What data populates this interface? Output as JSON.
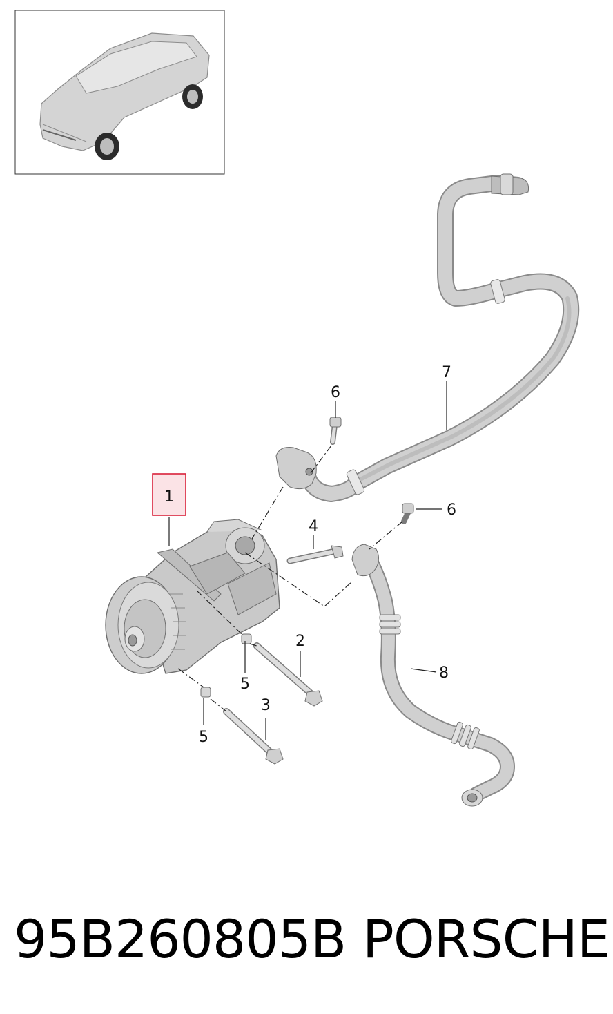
{
  "diagram": {
    "colors": {
      "part_fill": "#d0d0d0",
      "part_dark": "#8a8a8a",
      "highlight_border": "#d9213a",
      "highlight_fill": "#fbe3e6",
      "line": "#222222"
    },
    "thumbnail_icon": "car-silhouette-icon",
    "callouts": [
      {
        "id": "c1",
        "label": "1",
        "highlighted": true
      },
      {
        "id": "c2",
        "label": "2"
      },
      {
        "id": "c3",
        "label": "3"
      },
      {
        "id": "c4",
        "label": "4"
      },
      {
        "id": "c5a",
        "label": "5"
      },
      {
        "id": "c5b",
        "label": "5"
      },
      {
        "id": "c6a",
        "label": "6"
      },
      {
        "id": "c6b",
        "label": "6"
      },
      {
        "id": "c7",
        "label": "7"
      },
      {
        "id": "c8",
        "label": "8"
      }
    ]
  },
  "footer": {
    "part_number": "95B260805B",
    "brand": "PORSCHE"
  }
}
